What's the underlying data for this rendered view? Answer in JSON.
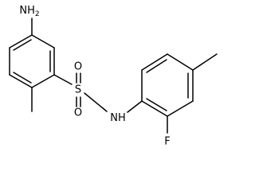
{
  "structure": {
    "atoms": {
      "amine_n": "N",
      "amine_h": "H",
      "amine_h_count": "2",
      "sulfur": "S",
      "oxygen_top": "O",
      "oxygen_bottom": "O",
      "amide_n": "N",
      "amide_h": "H",
      "fluorine": "F"
    }
  }
}
